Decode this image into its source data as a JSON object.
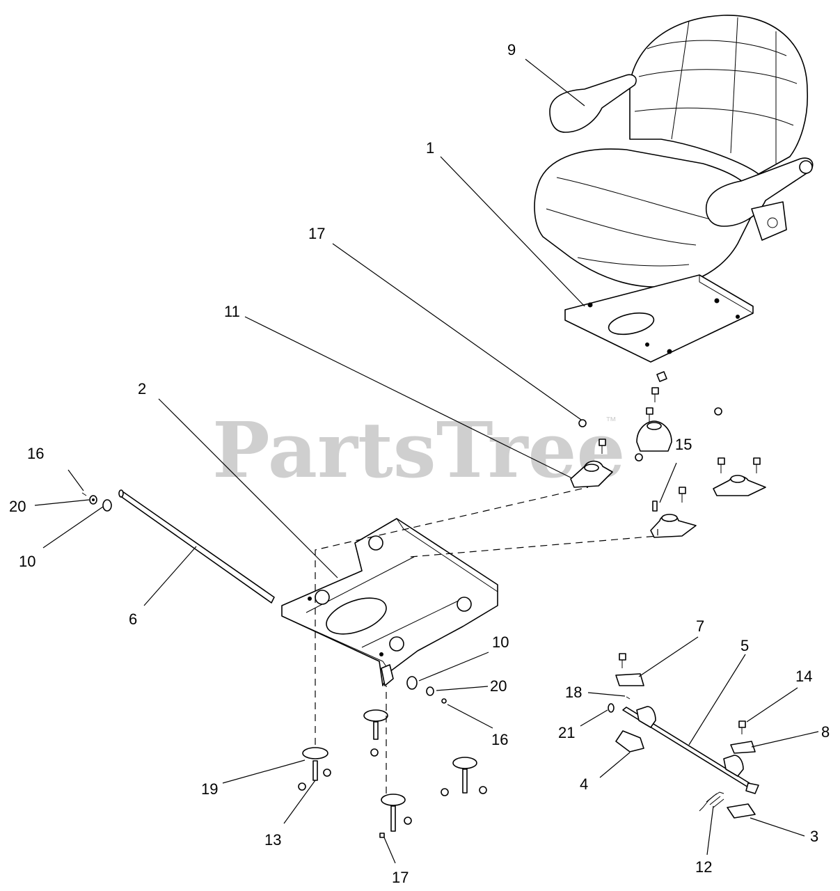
{
  "watermark": {
    "text": "PartsTree",
    "tm": "™"
  },
  "callouts": [
    {
      "id": "c-9",
      "label": "9"
    },
    {
      "id": "c-1",
      "label": "1"
    },
    {
      "id": "c-17a",
      "label": "17"
    },
    {
      "id": "c-11",
      "label": "11"
    },
    {
      "id": "c-2",
      "label": "2"
    },
    {
      "id": "c-15",
      "label": "15"
    },
    {
      "id": "c-16a",
      "label": "16"
    },
    {
      "id": "c-20a",
      "label": "20"
    },
    {
      "id": "c-10a",
      "label": "10"
    },
    {
      "id": "c-6",
      "label": "6"
    },
    {
      "id": "c-7",
      "label": "7"
    },
    {
      "id": "c-5",
      "label": "5"
    },
    {
      "id": "c-10b",
      "label": "10"
    },
    {
      "id": "c-20b",
      "label": "20"
    },
    {
      "id": "c-14",
      "label": "14"
    },
    {
      "id": "c-18",
      "label": "18"
    },
    {
      "id": "c-8",
      "label": "8"
    },
    {
      "id": "c-21",
      "label": "21"
    },
    {
      "id": "c-16b",
      "label": "16"
    },
    {
      "id": "c-4",
      "label": "4"
    },
    {
      "id": "c-19",
      "label": "19"
    },
    {
      "id": "c-13",
      "label": "13"
    },
    {
      "id": "c-3",
      "label": "3"
    },
    {
      "id": "c-12",
      "label": "12"
    },
    {
      "id": "c-17b",
      "label": "17"
    }
  ]
}
